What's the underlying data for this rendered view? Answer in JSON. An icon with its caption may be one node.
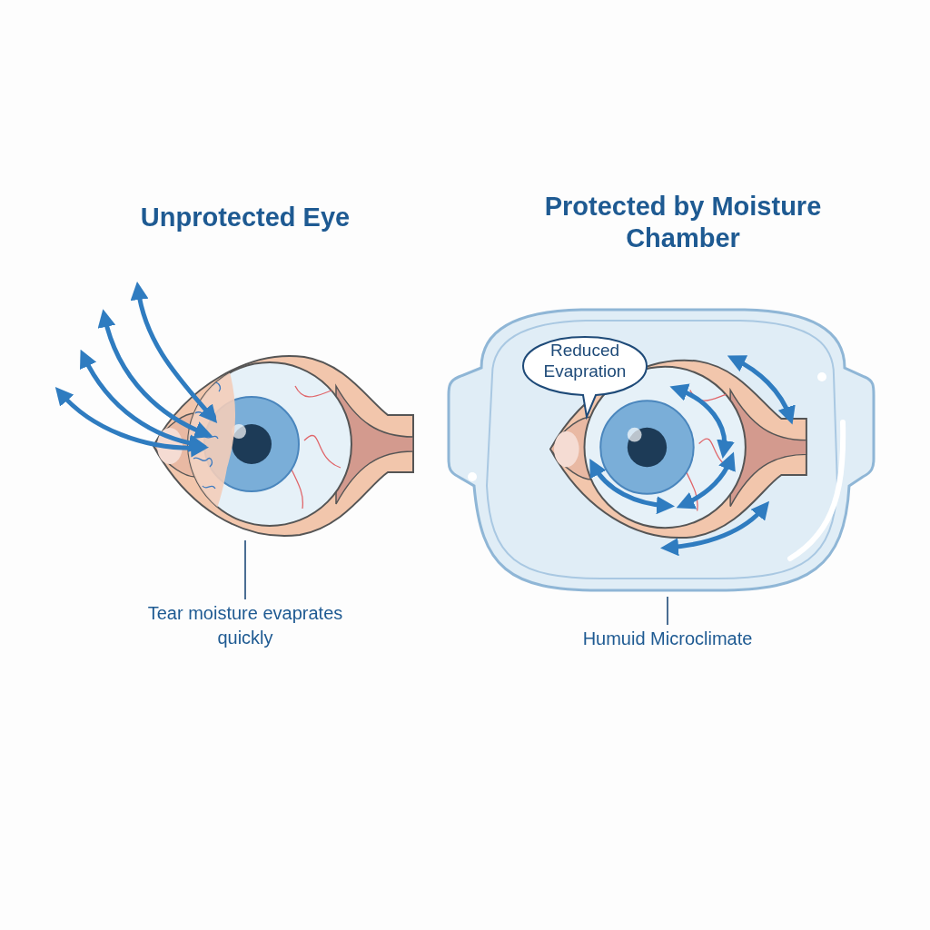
{
  "diagram": {
    "nodes": [
      {
        "text": [],
        "shape": "picture"
      },
      {
        "text": [
          "Tear moisture evaprates quickly"
        ]
      },
      {
        "text": [],
        "shape": "picture"
      },
      {
        "text": [],
        "shape": "picture",
        "in": 2
      },
      {
        "text": [
          "Reduced Evapration"
        ],
        "in": 2
      },
      {
        "text": [
          "Humuid Microclimate"
        ]
      }
    ],
    "edges": [
      {
        "from": 1,
        "to": 0,
        "arrow": "none"
      },
      {
        "from": 5,
        "to": 2,
        "arrow": "none"
      }
    ],
    "labels": [
      "Unprotected Eye",
      "Protected by Moisture Chamber"
    ]
  }
}
